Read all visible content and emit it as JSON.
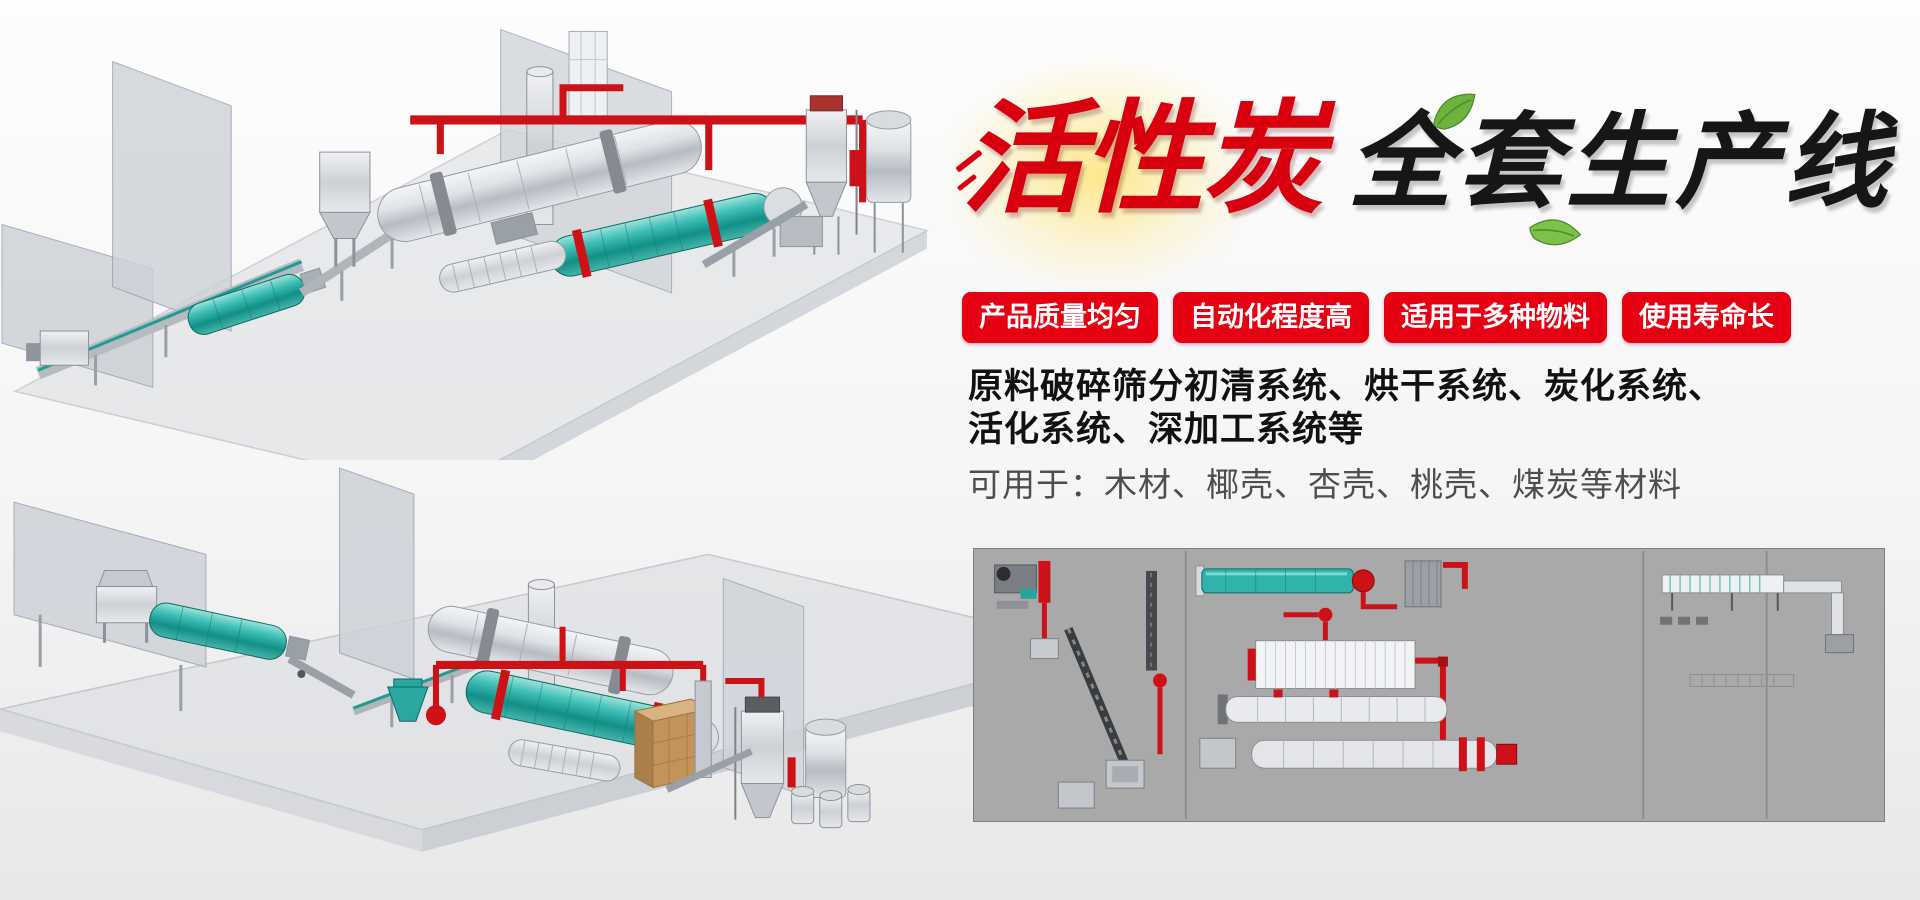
{
  "hero": {
    "title_red": "活性炭",
    "title_black": "全套生产线",
    "badges": [
      {
        "label": "产品质量均匀"
      },
      {
        "label": "自动化程度高"
      },
      {
        "label": "适用于多种物料"
      },
      {
        "label": "使用寿命长"
      }
    ],
    "desc_line1": "原料破碎筛分初清系统、烘干系统、炭化系统、",
    "desc_line2": "活化系统、深加工系统等",
    "materials_line": "可用于：木材、椰壳、杏壳、桃壳、煤炭等材料"
  },
  "colors": {
    "brush_title_red": "#d8000f",
    "brush_title_black": "#161616",
    "badge_red": "#e50012",
    "pipe_red": "#cc1217",
    "machine_teal": "#2fb3aa",
    "machine_metal": "#d9dcdf",
    "schematic_background": "#a9a9a9",
    "description_text": "#111111",
    "materials_text": "#4e4e4e",
    "leaf_green": "#6db33f"
  },
  "icons": {
    "leaf": "leaf-icon",
    "speed_lines": "speed-lines-icon"
  }
}
